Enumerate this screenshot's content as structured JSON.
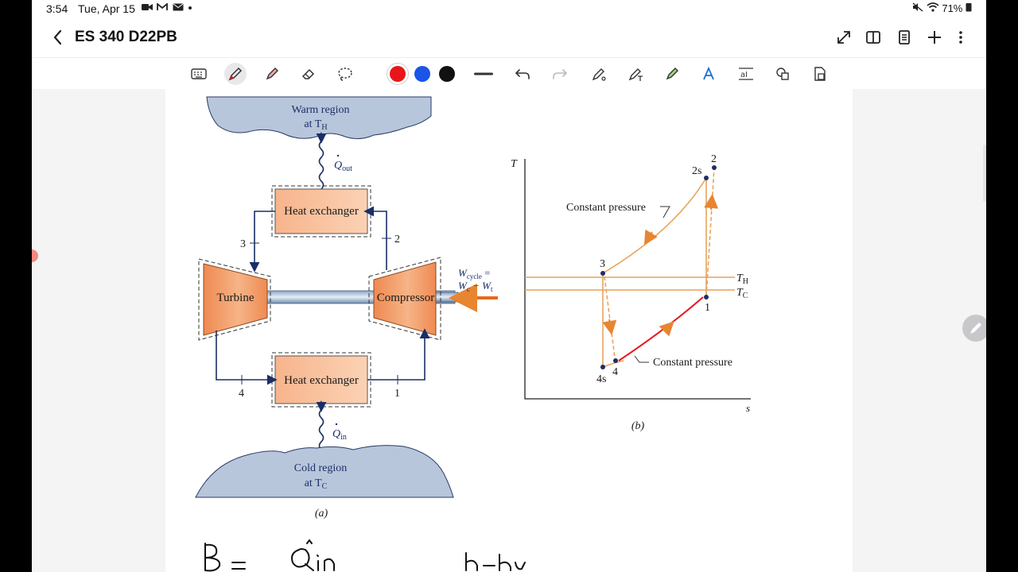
{
  "status": {
    "time": "3:54",
    "date": "Tue, Apr 15",
    "battery": "71%"
  },
  "header": {
    "title": "ES 340 D22PB"
  },
  "icons": {
    "back": "chevron-left-icon",
    "expand": "expand-icon",
    "split": "split-view-icon",
    "pages": "document-pages-icon",
    "add": "plus-icon",
    "more": "more-vertical-icon"
  },
  "toolbar": {
    "colors": [
      "#e8161b",
      "#1a54e8",
      "#111111"
    ],
    "selected_color": "#e8161b"
  },
  "figure": {
    "a": {
      "warm_region": "Warm region",
      "at_TH": "at T",
      "H": "H",
      "Q_out": "Q",
      "out": "out",
      "heat_exchanger_top": "Heat exchanger",
      "heat_exchanger_bottom": "Heat exchanger",
      "turbine": "Turbine",
      "compressor": "Compressor",
      "state1": "1",
      "state2": "2",
      "state3": "3",
      "state4": "4",
      "W_cycle": "W",
      "cycle": "cycle",
      "eq": " =",
      "W_c": "W",
      "c": "c",
      "minus": " − W",
      "t": "t",
      "Q_in": "Q",
      "in": "in",
      "cold_region": "Cold region",
      "at_TC": "at T",
      "C": "C",
      "caption": "(a)"
    },
    "b": {
      "T_axis": "T",
      "s_axis": "s",
      "const_p_top": "Constant pressure",
      "const_p_bottom": "Constant pressure",
      "TH": "T",
      "H": "H",
      "TC": "T",
      "C": "C",
      "pt_1": "1",
      "pt_2": "2",
      "pt_2s": "2s",
      "pt_3": "3",
      "pt_4": "4",
      "pt_4s": "4s",
      "caption": "(b)"
    }
  }
}
